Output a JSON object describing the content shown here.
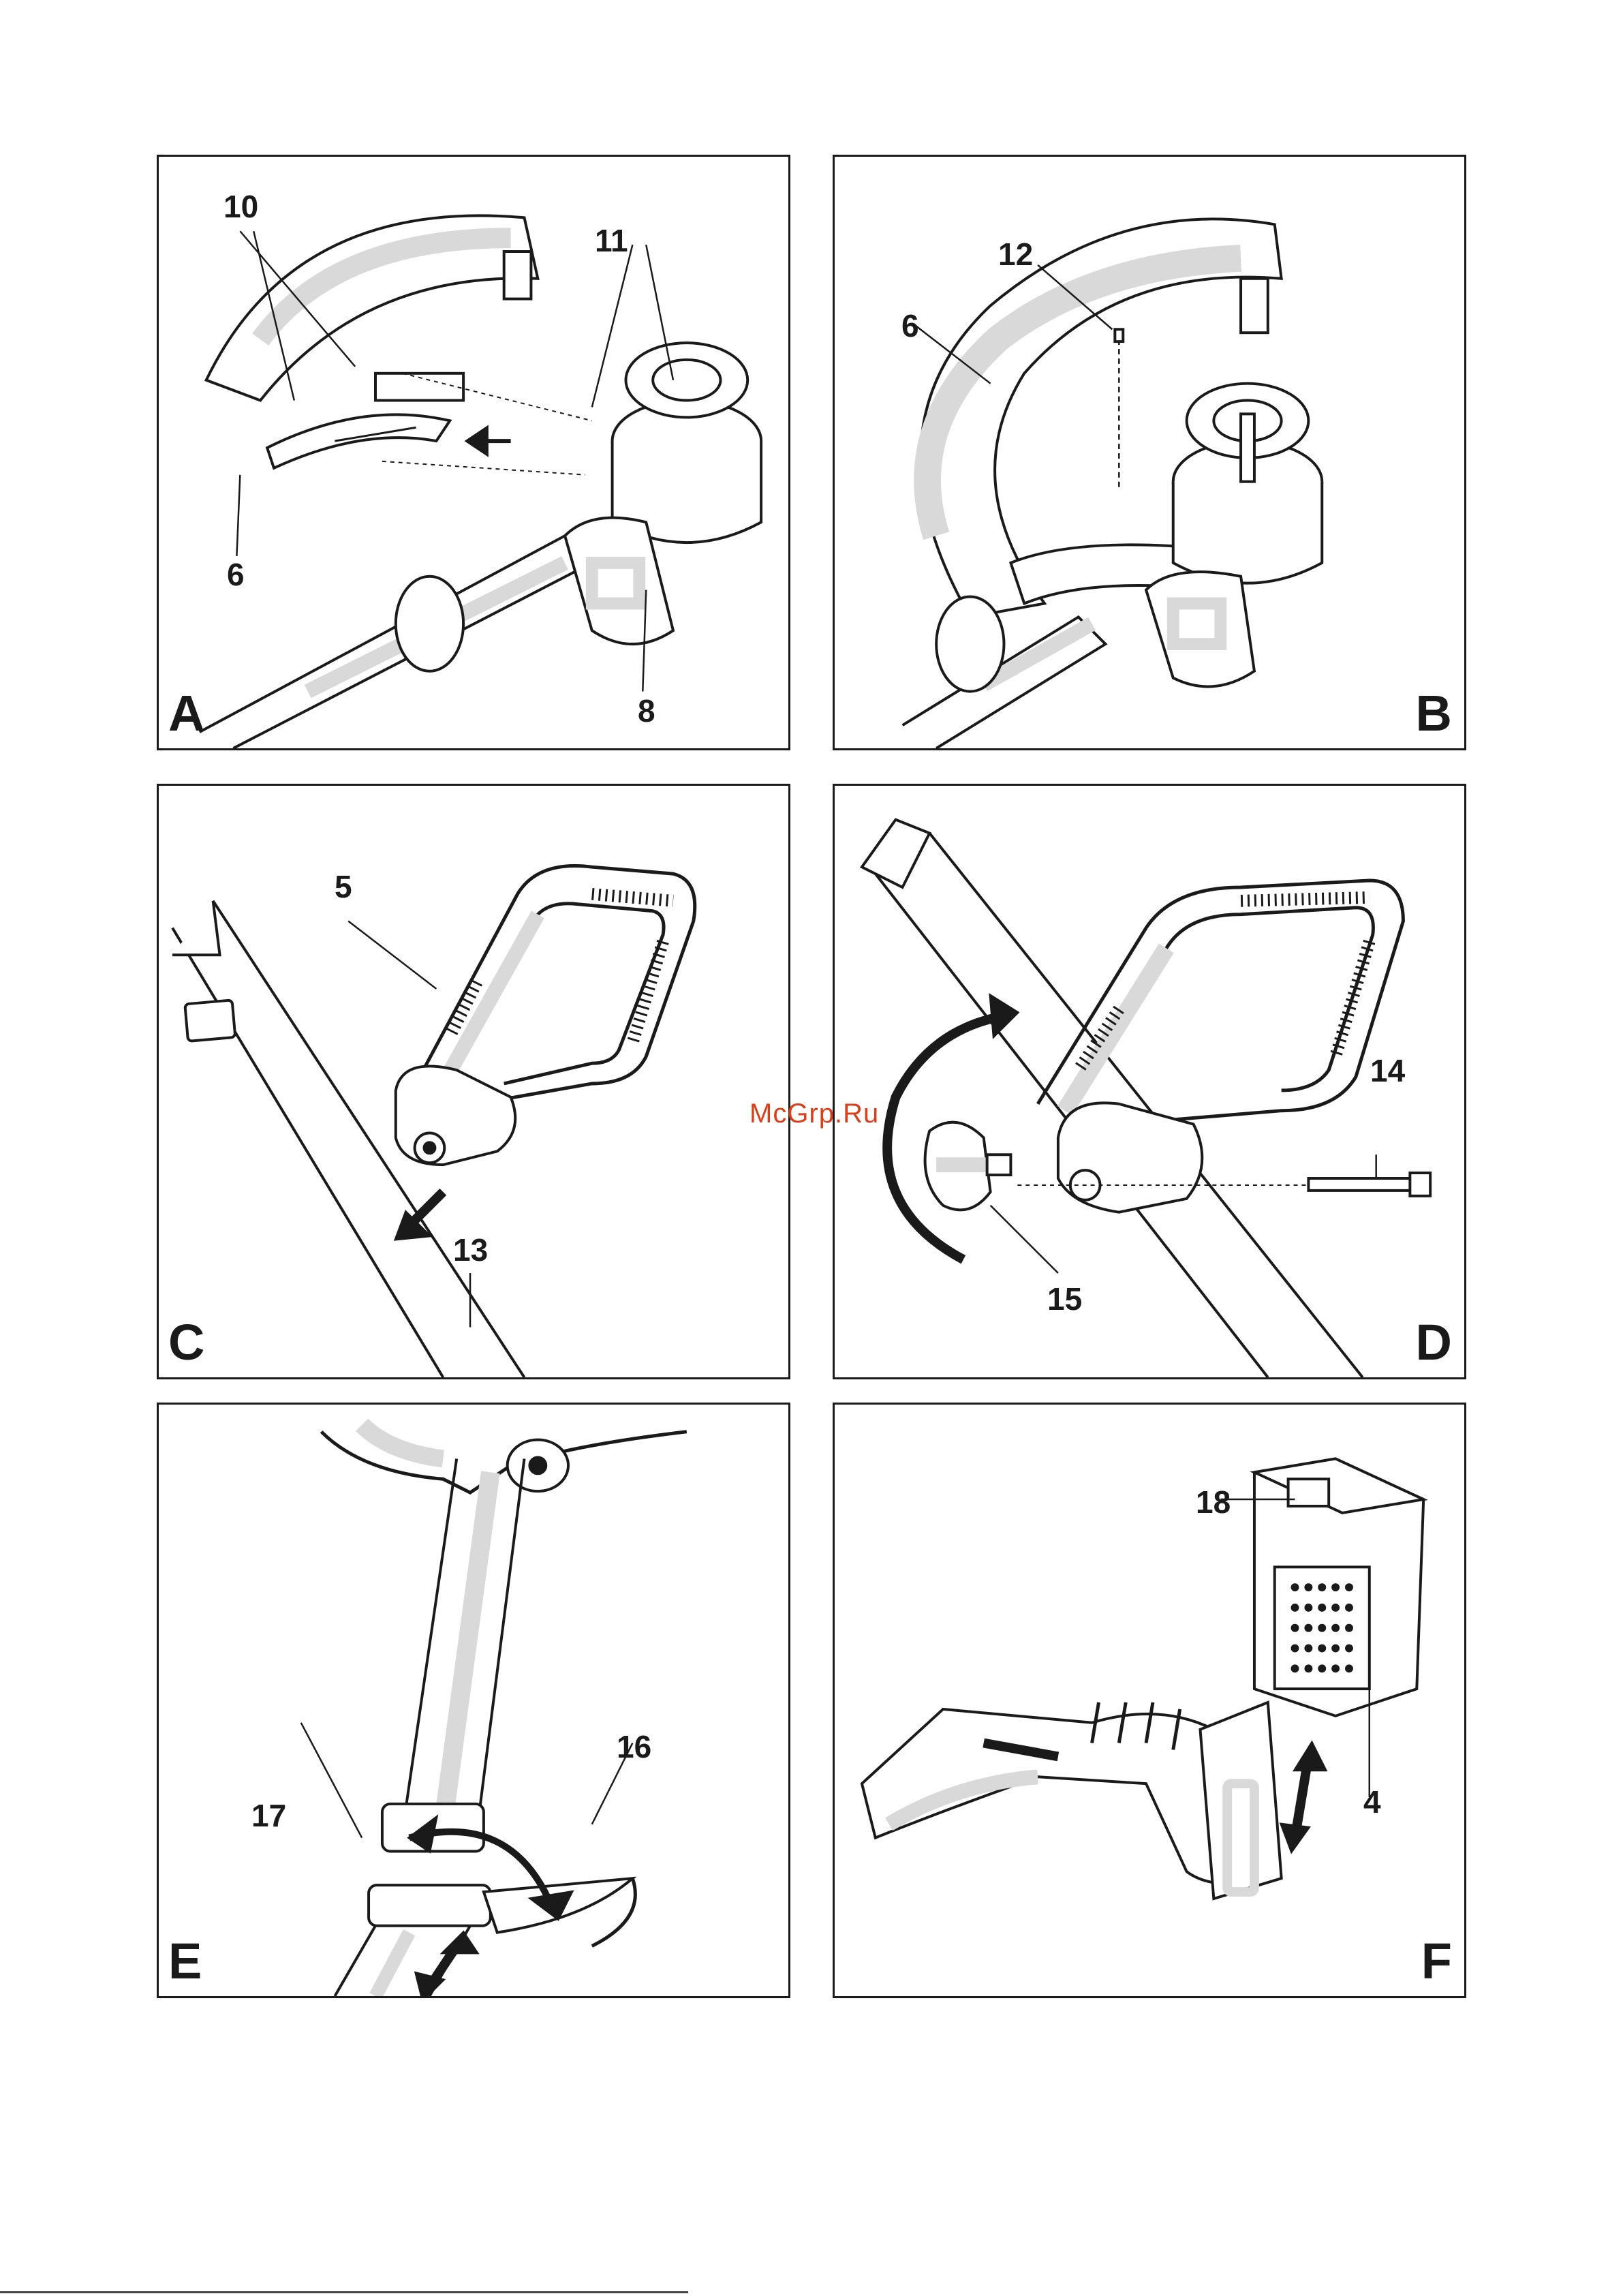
{
  "watermark": "McGrp.Ru",
  "panels": {
    "A": {
      "letter": "A",
      "callouts": {
        "c10": "10",
        "c11": "11",
        "c6": "6",
        "c8": "8"
      }
    },
    "B": {
      "letter": "B",
      "callouts": {
        "c12": "12",
        "c6": "6"
      }
    },
    "C": {
      "letter": "C",
      "callouts": {
        "c5": "5",
        "c13": "13"
      }
    },
    "D": {
      "letter": "D",
      "callouts": {
        "c14": "14",
        "c15": "15"
      }
    },
    "E": {
      "letter": "E",
      "callouts": {
        "c16": "16",
        "c17": "17"
      }
    },
    "F": {
      "letter": "F",
      "callouts": {
        "c18": "18",
        "c4": "4"
      }
    }
  },
  "colors": {
    "ink": "#1a1a1a",
    "shade": "#d9d9d9",
    "watermark": "#d8401c"
  }
}
